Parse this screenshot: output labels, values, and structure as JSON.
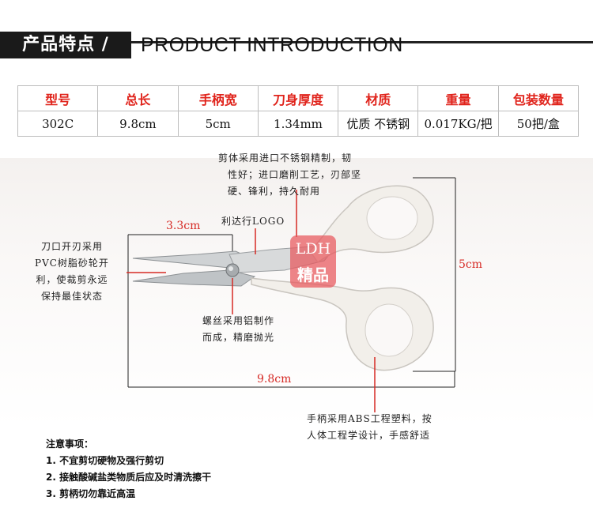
{
  "header": {
    "title_cn": "产品特点 /",
    "title_en": "PRODUCT INTRODUCTION"
  },
  "spec_table": {
    "headers": [
      "型号",
      "总长",
      "手柄宽",
      "刀身厚度",
      "材质",
      "重量",
      "包装数量"
    ],
    "values": [
      "302C",
      "9.8cm",
      "5cm",
      "1.34mm",
      "优质 不锈钢",
      "0.017KG/把",
      "50把/盒"
    ]
  },
  "diagram": {
    "notes": {
      "body_material": [
        "剪体采用进口不锈钢精制，韧",
        "性好；进口磨削工艺，刃部坚",
        "硬、锋利，持久耐用"
      ],
      "logo": "利达行LOGO",
      "edge": [
        "刀口开刃采用",
        "PVC树脂砂轮开",
        "利，使裁剪永远",
        "保持最佳状态"
      ],
      "screw": [
        "螺丝采用铝制作",
        "而成，精磨抛光"
      ],
      "handle": [
        "手柄采用ABS工程塑料，按",
        "人体工程学设计，手感舒适"
      ]
    },
    "measurements": {
      "blade_length": "3.3cm",
      "height": "5cm",
      "total_length": "9.8cm"
    },
    "stamp": {
      "en": "LDH",
      "cn": "精品"
    },
    "colors": {
      "measure": "#d62a25",
      "handle": "#f2efea",
      "stamp": "#e7565c"
    }
  },
  "notes_list": {
    "title": "注意事项：",
    "items": [
      "1. 不宜剪切硬物及强行剪切",
      "2. 接触酸碱盐类物质后应及时清洗擦干",
      "3. 剪柄切勿靠近高温"
    ]
  }
}
